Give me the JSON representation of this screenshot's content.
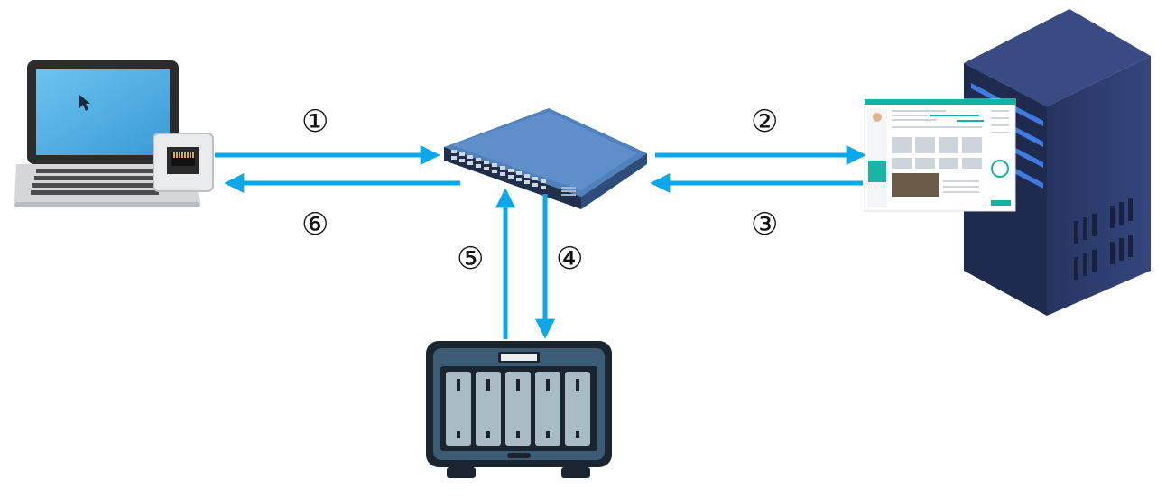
{
  "nodes": [
    {
      "id": "laptop",
      "icon": "laptop-icon"
    },
    {
      "id": "switch",
      "icon": "network-switch-icon"
    },
    {
      "id": "server",
      "icon": "server-tower-icon"
    },
    {
      "id": "nas",
      "icon": "nas-storage-icon"
    }
  ],
  "steps": [
    {
      "label": "①",
      "from": "laptop",
      "to": "switch"
    },
    {
      "label": "②",
      "from": "switch",
      "to": "server"
    },
    {
      "label": "③",
      "from": "server",
      "to": "switch"
    },
    {
      "label": "④",
      "from": "switch",
      "to": "nas"
    },
    {
      "label": "⑤",
      "from": "nas",
      "to": "switch"
    },
    {
      "label": "⑥",
      "from": "switch",
      "to": "laptop"
    }
  ],
  "colors": {
    "arrow": "#0aa8ea",
    "server_body": "#2b3a6b",
    "server_light": "#3b6fd8",
    "switch_top": "#3f6ea6",
    "nas_body": "#2f4d63",
    "screen": "#5cb6e8"
  }
}
